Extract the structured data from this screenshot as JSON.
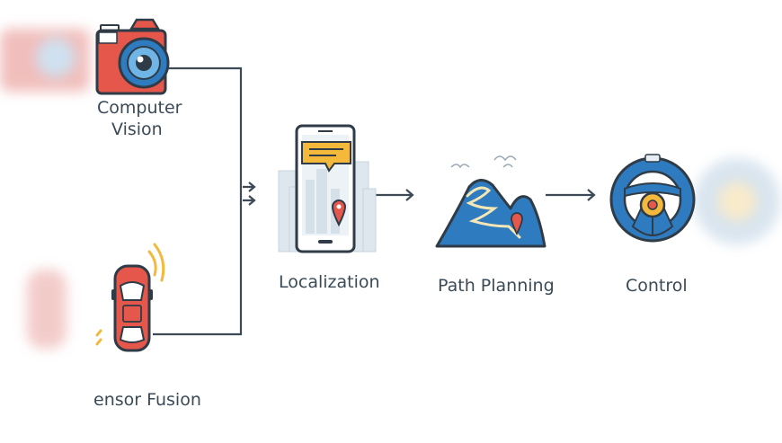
{
  "nodes": {
    "computer_vision": {
      "label_line1": "Computer",
      "label_line2": "Vision",
      "icon": "camera-icon"
    },
    "sensor_fusion": {
      "label": "ensor Fusion",
      "icon": "car-sensor-icon"
    },
    "localization": {
      "label": "Localization",
      "icon": "smartphone-map-icon"
    },
    "path_planning": {
      "label": "Path Planning",
      "icon": "mountain-route-icon"
    },
    "control": {
      "label": "Control",
      "icon": "steering-wheel-icon"
    }
  },
  "colors": {
    "line": "#3d4a56",
    "red": "#e4574a",
    "blue": "#2f7bbf",
    "yellow": "#f4b93b",
    "outline": "#2f3b46",
    "light": "#e6eef4"
  }
}
